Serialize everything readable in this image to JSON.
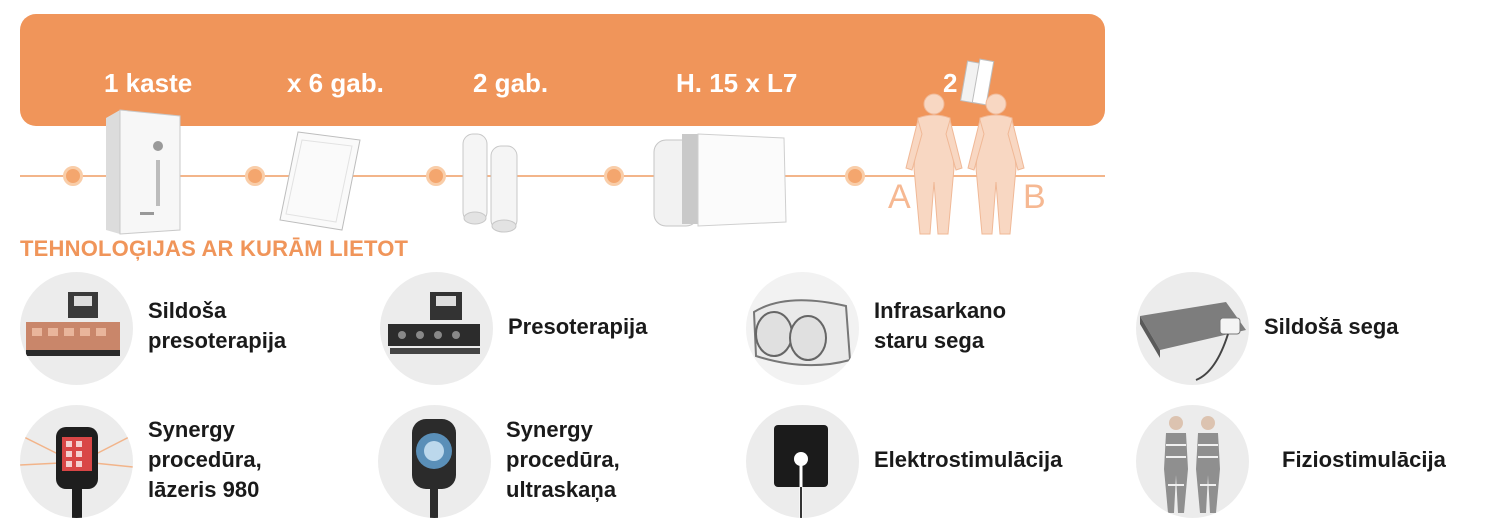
{
  "banner": {
    "quantities": [
      "1 kaste",
      "x 6 gab.",
      "2 gab.",
      "H. 15 x L7",
      "2"
    ],
    "color": "#f0955a"
  },
  "products": [
    {
      "icon": "device-box-icon"
    },
    {
      "icon": "pad-icon"
    },
    {
      "icon": "rolls-icon"
    },
    {
      "icon": "blanket-icon"
    },
    {
      "icon": "body-silhouettes-icon"
    }
  ],
  "silhouette_labels": {
    "a": "A",
    "b": "B"
  },
  "section_title": "TEHNOLOĢIJAS AR KURĀM LIETOT",
  "technologies": [
    {
      "label_lines": [
        "Sildoša",
        "presoterapija"
      ],
      "icon": "heated-pressotherapy-icon"
    },
    {
      "label_lines": [
        "Presoterapija"
      ],
      "icon": "pressotherapy-icon"
    },
    {
      "label_lines": [
        "Infrasarkano",
        "staru sega"
      ],
      "icon": "infrared-blanket-icon"
    },
    {
      "label_lines": [
        "Sildošā sega"
      ],
      "icon": "heating-blanket-icon"
    },
    {
      "label_lines": [
        "Synergy",
        "procedūra,",
        "lāzeris 980"
      ],
      "icon": "laser-handpiece-icon"
    },
    {
      "label_lines": [
        "Synergy",
        "procedūra,",
        "ultraskaņa"
      ],
      "icon": "ultrasound-handpiece-icon"
    },
    {
      "label_lines": [
        "Elektrostimulācija"
      ],
      "icon": "electrode-pad-icon"
    },
    {
      "label_lines": [
        "Fiziostimulācija"
      ],
      "icon": "physio-suit-icon"
    }
  ]
}
